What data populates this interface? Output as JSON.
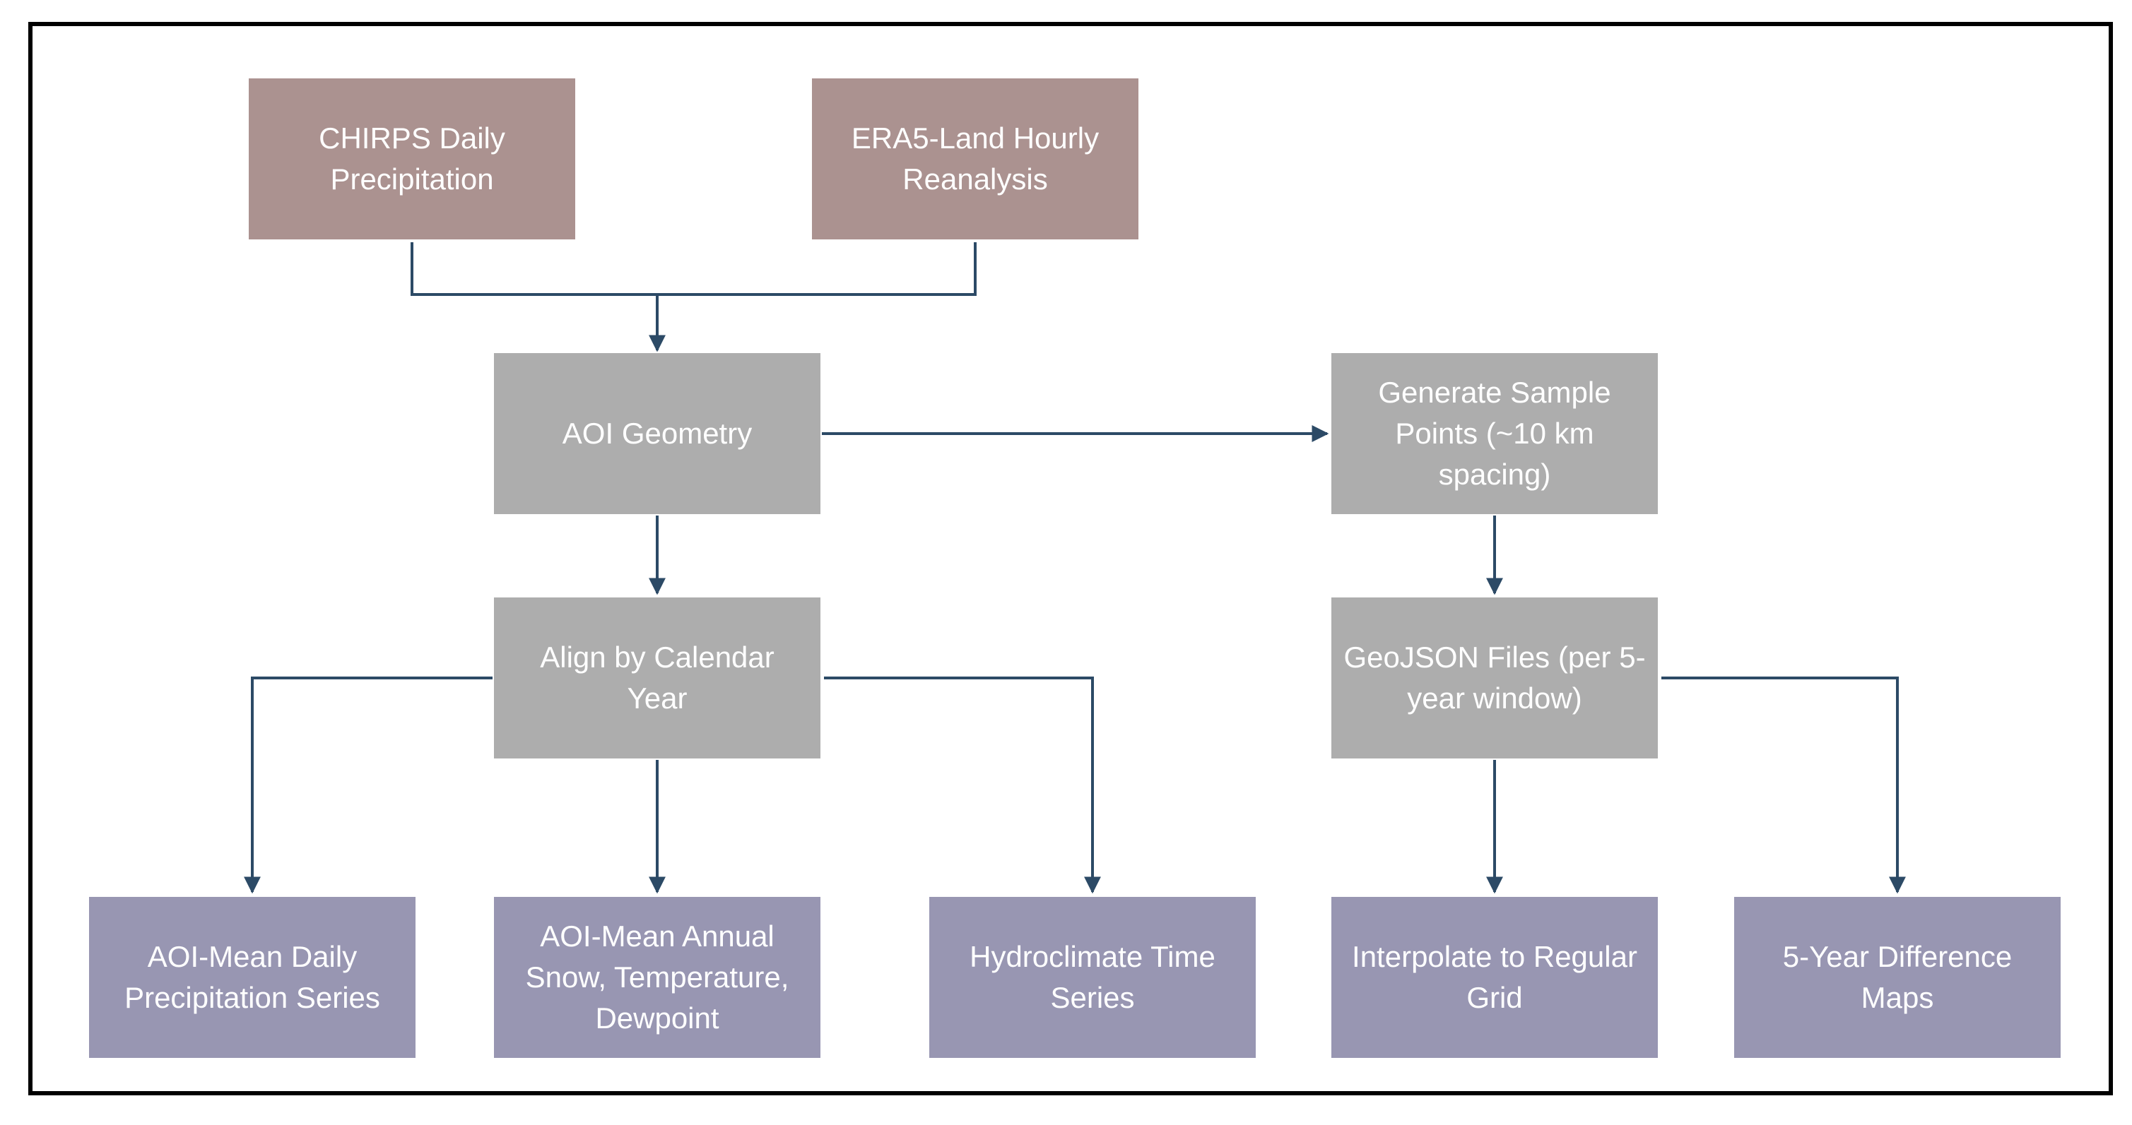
{
  "colors": {
    "source": "#ab9290",
    "process": "#adadad",
    "output": "#9896b2",
    "connector": "#2c4a66",
    "border": "#000000"
  },
  "nodes": {
    "chirps": "CHIRPS Daily Precipitation",
    "era5": "ERA5-Land Hourly Reanalysis",
    "aoi_geometry": "AOI Geometry",
    "generate_points": "Generate Sample Points (~10 km spacing)",
    "align_year": "Align by Calendar Year",
    "geojson": "GeoJSON Files (per 5-year window)",
    "aoi_daily_precip": "AOI-Mean Daily Precipitation Series",
    "aoi_annual": "AOI-Mean Annual Snow, Temperature, Dewpoint",
    "hydroclimate": "Hydroclimate Time Series",
    "interpolate": "Interpolate to Regular Grid",
    "difference_maps": "5-Year Difference Maps"
  }
}
